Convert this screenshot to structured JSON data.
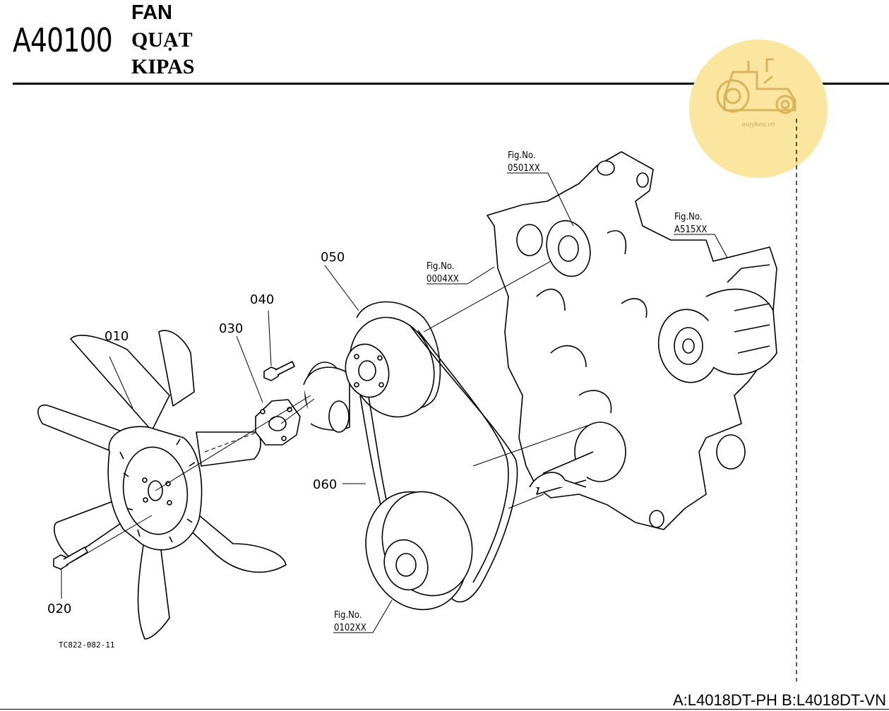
{
  "header": {
    "code": "A40100",
    "title_en": "FAN",
    "title_vi": "QUẠT",
    "title_ms": "KIPAS"
  },
  "logo": {
    "text": "maykeo.vn",
    "color": "#fbe6a0"
  },
  "parts": {
    "p010": "010",
    "p020": "020",
    "p030": "030",
    "p040": "040",
    "p050": "050",
    "p060": "060"
  },
  "figure_refs": {
    "label": "Fig.No.",
    "f0501": "0501XX",
    "f0004": "0004XX",
    "fA515": "A515XX",
    "f0102": "0102XX"
  },
  "drawing_number": "TC822-082-11",
  "models": "A:L4018DT-PH B:L4018DT-VN"
}
